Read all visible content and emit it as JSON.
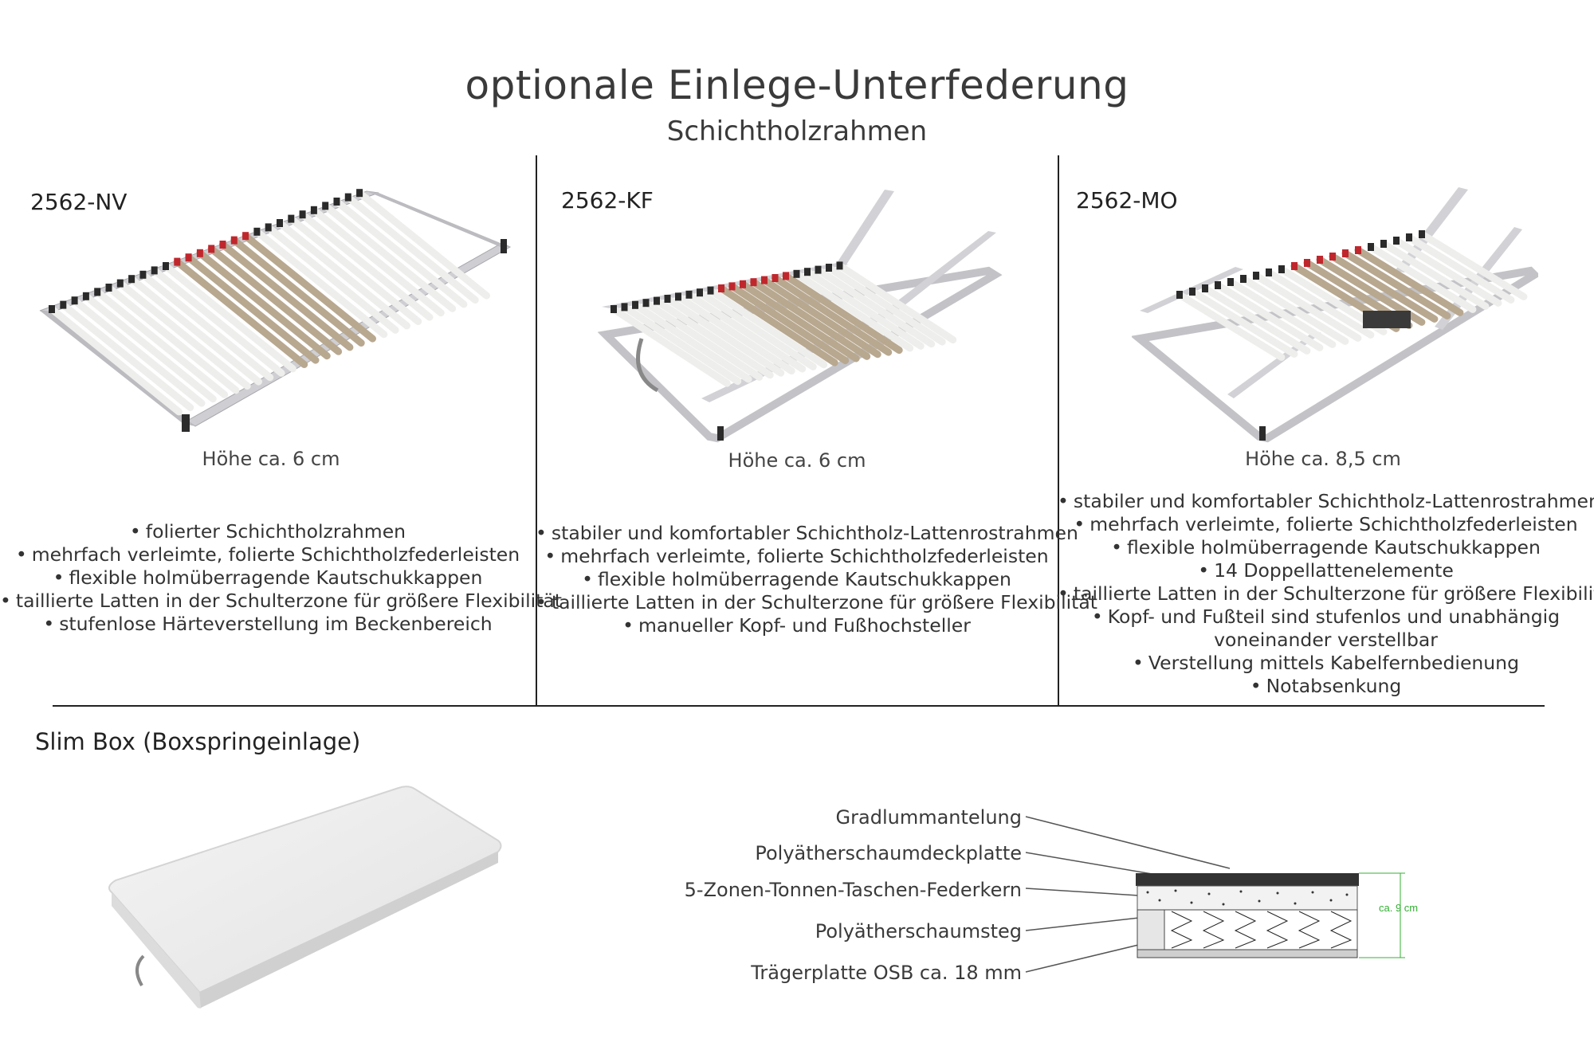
{
  "header": {
    "title": "optionale Einlege-Unterfederung",
    "subtitle": "Schichtholzrahmen"
  },
  "products": [
    {
      "model": "2562-NV",
      "height": "Höhe ca. 6 cm",
      "features": [
        "folierter Schichtholzrahmen",
        "mehrfach verleimte, folierte Schichtholzfederleisten",
        "flexible holmüberragende Kautschukkappen",
        "taillierte Latten in der Schulterzone für größere Flexibilität",
        "stufenlose Härteverstellung im Beckenbereich"
      ]
    },
    {
      "model": "2562-KF",
      "height": "Höhe ca. 6 cm",
      "features": [
        "stabiler und komfortabler Schichtholz-Lattenrostrahmen",
        "mehrfach verleimte, folierte Schichtholzfederleisten",
        "flexible holmüberragende Kautschukkappen",
        "taillierte Latten in der Schulterzone für größere Flexibilität",
        "manueller Kopf- und Fußhochsteller"
      ]
    },
    {
      "model": "2562-MO",
      "height": "Höhe ca. 8,5 cm",
      "features": [
        "stabiler und komfortabler Schichtholz-Lattenrostrahmen",
        "mehrfach verleimte, folierte Schichtholzfederleisten",
        "flexible holmüberragende Kautschukkappen",
        "14 Doppellattenelemente",
        "taillierte Latten in der Schulterzone für größere Flexibilität",
        "Kopf- und Fußteil sind stufenlos und unabhängig",
        "voneinander verstellbar",
        "Verstellung mittels Kabelfernbedienung",
        "Notabsenkung"
      ]
    }
  ],
  "slimbox": {
    "title": "Slim Box (Boxspringeinlage)",
    "labels": [
      "Gradlummantelung",
      "Polyätherschaumdeckplatte",
      "5-Zonen-Tonnen-Taschen-Federkern",
      "Polyätherschaumsteg",
      "Trägerplatte OSB ca. 18 mm"
    ],
    "dimension": "ca. 9 cm"
  },
  "colors": {
    "frame": "#c8c8cc",
    "slat": "#f2f2f0",
    "slat_wood": "#b8a890",
    "cap_red": "#c0272d",
    "cap_dark": "#2a2a2a",
    "dimension_green": "#33b033"
  }
}
